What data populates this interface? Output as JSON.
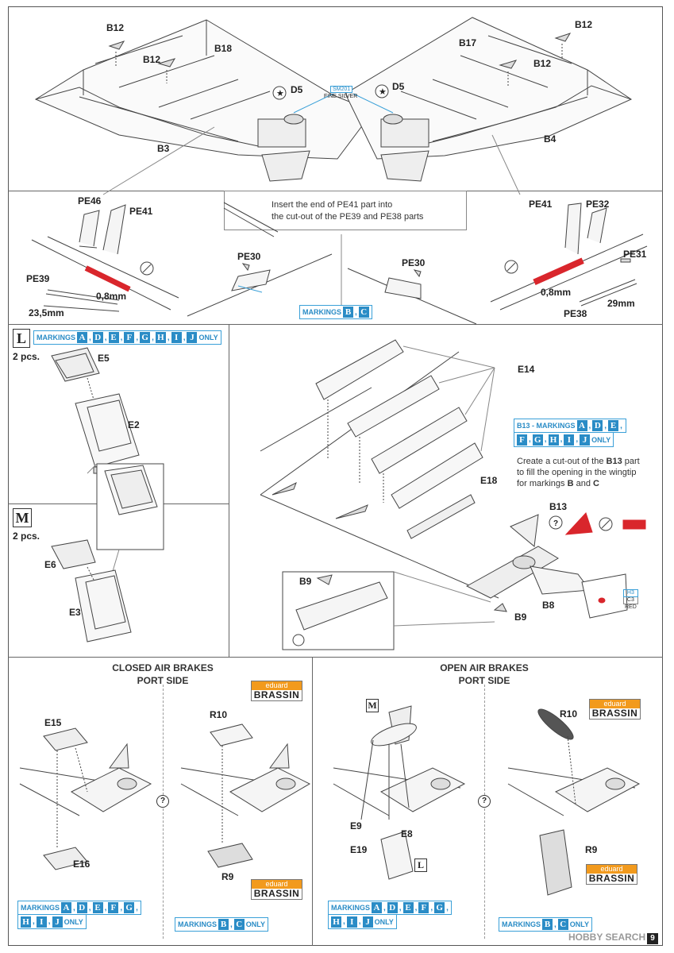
{
  "section_top": {
    "labels": {
      "b12_a": "B12",
      "b12_b": "B12",
      "b18": "B18",
      "b3": "B3",
      "d5_left": "D5",
      "d5_right": "D5",
      "b17": "B17",
      "b12_c": "B12",
      "b12_d": "B12",
      "b4": "B4"
    },
    "paint_code": "SM201",
    "paint_name": "FINE SILVER"
  },
  "section_pe": {
    "left": {
      "pe46": "PE46",
      "pe41": "PE41",
      "pe39": "PE39",
      "dim1": "0,8mm",
      "dim2": "23,5mm",
      "pe30": "PE30"
    },
    "right": {
      "pe41": "PE41",
      "pe32": "PE32",
      "pe31": "PE31",
      "dim1": "0,8mm",
      "dim2": "29mm",
      "pe38": "PE38",
      "pe30": "PE30"
    },
    "instruction_line1": "Insert the end of PE41 part into",
    "instruction_line2": "the cut-out of the PE39 and PE38 parts",
    "markings_bc": {
      "label": "MARKINGS",
      "letters": [
        "B",
        "C"
      ]
    }
  },
  "section_left": {
    "L": {
      "letter": "L",
      "qty": "2 pcs.",
      "markings_label": "MARKINGS",
      "letters": [
        "A",
        "D",
        "E",
        "F",
        "G",
        "H",
        "I",
        "J"
      ],
      "suffix": "ONLY",
      "e5": "E5",
      "e2": "E2"
    },
    "M": {
      "letter": "M",
      "qty": "2 pcs.",
      "e6": "E6",
      "e3": "E3"
    }
  },
  "section_right": {
    "e14": "E14",
    "e18": "E18",
    "b13": "B13",
    "b9_a": "B9",
    "b9_b": "B9",
    "b8": "B8",
    "b13_markings": {
      "prefix": "B13 - MARKINGS",
      "letters_row1": [
        "A",
        "D",
        "E"
      ],
      "letters_row2": [
        "F",
        "G",
        "H",
        "I",
        "J"
      ],
      "suffix": "ONLY"
    },
    "note_line1": "Create a cut-out of the ",
    "note_b13": "B13",
    "note_line1b": " part",
    "note_line2": "to fill the opening in the wingtip",
    "note_line3a": "for markings ",
    "note_b": "B",
    "note_and": " and ",
    "note_c": "C",
    "paint_codes": [
      "H3",
      "C3",
      "RED"
    ]
  },
  "section_bottom": {
    "closed_title_1": "CLOSED AIR BRAKES",
    "closed_title_2": "PORT SIDE",
    "open_title_1": "OPEN AIR BRAKES",
    "open_title_2": "PORT SIDE",
    "e15": "E15",
    "e16": "E16",
    "r10_a": "R10",
    "r9_a": "R9",
    "e9": "E9",
    "e8": "E8",
    "e19": "E19",
    "r10_b": "R10",
    "r9_b": "R9",
    "box_M": "M",
    "box_L": "L",
    "brassin_top": "eduard",
    "brassin_bottom": "BRASSIN",
    "markings_adefg": {
      "label": "MARKINGS",
      "letters_row1": [
        "A",
        "D",
        "E",
        "F",
        "G"
      ],
      "letters_row2": [
        "H",
        "I",
        "J"
      ],
      "suffix": "ONLY"
    },
    "markings_bc": {
      "label": "MARKINGS",
      "letters": [
        "B",
        "C"
      ],
      "suffix": "ONLY"
    },
    "qmark": "?"
  },
  "page_number": "9",
  "watermark": "HOBBY SEARCH"
}
